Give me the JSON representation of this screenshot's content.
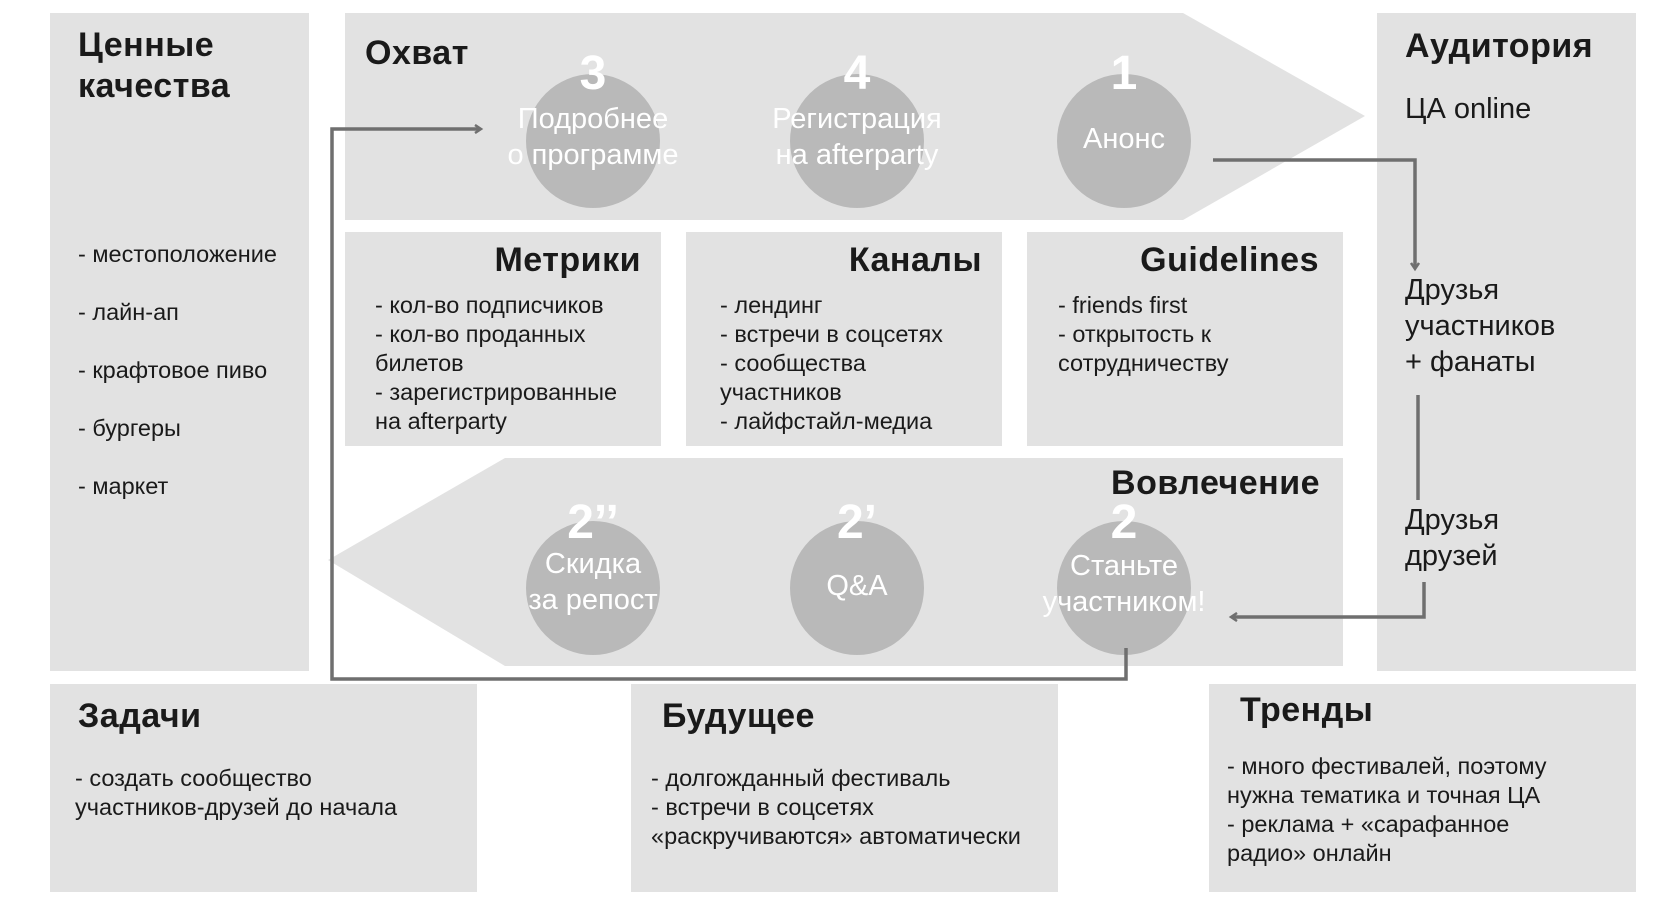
{
  "values_panel": {
    "title": "Ценные\nкачества",
    "items": [
      "- местоположение",
      "- лайн-ап",
      "- крафтовое пиво",
      "- бургеры",
      "- маркет"
    ]
  },
  "reach": {
    "title": "Охват",
    "steps": [
      {
        "number": "3",
        "label": "Подробнее\nо программе"
      },
      {
        "number": "4",
        "label": "Регистрация\nна afterparty"
      },
      {
        "number": "1",
        "label": "Анонс"
      }
    ]
  },
  "audience": {
    "title": "Аудитория",
    "groups": [
      "ЦА online",
      "Друзья\nучастников\n+ фанаты",
      "Друзья\nдрузей"
    ]
  },
  "metrics": {
    "title": "Метрики",
    "items": [
      "- кол-во подписчиков",
      "- кол-во проданных",
      "билетов",
      "- зарегистрированные",
      "на afterparty"
    ]
  },
  "channels": {
    "title": "Каналы",
    "items": [
      "- лендинг",
      "- встречи в соцсетях",
      "- сообщества",
      "участников",
      "- лайфстайл-медиа"
    ]
  },
  "guidelines": {
    "title": "Guidelines",
    "items": [
      "- friends first",
      "- открытость к",
      "сотрудничеству"
    ]
  },
  "engagement": {
    "title": "Вовлечение",
    "steps": [
      {
        "number": "2’’",
        "label": "Скидка\nза репост"
      },
      {
        "number": "2’",
        "label": "Q&A"
      },
      {
        "number": "2",
        "label": "Станьте\nучастником!"
      }
    ]
  },
  "tasks": {
    "title": "Задачи",
    "items": [
      "- создать сообщество",
      "участников-друзей до начала"
    ]
  },
  "future": {
    "title": "Будущее",
    "items": [
      "- долгожданный фестиваль",
      "- встречи в соцсетях",
      "«раскручиваются» автоматически"
    ]
  },
  "trends": {
    "title": "Тренды",
    "items": [
      "- много фестивалей, поэтому",
      "нужна тематика и точная ЦА",
      "- реклама + «сарафанное",
      "радио» онлайн"
    ]
  },
  "colors": {
    "panel": "#e2e2e2",
    "circle": "#b9b9b9",
    "connector": "#6f6f6f"
  }
}
